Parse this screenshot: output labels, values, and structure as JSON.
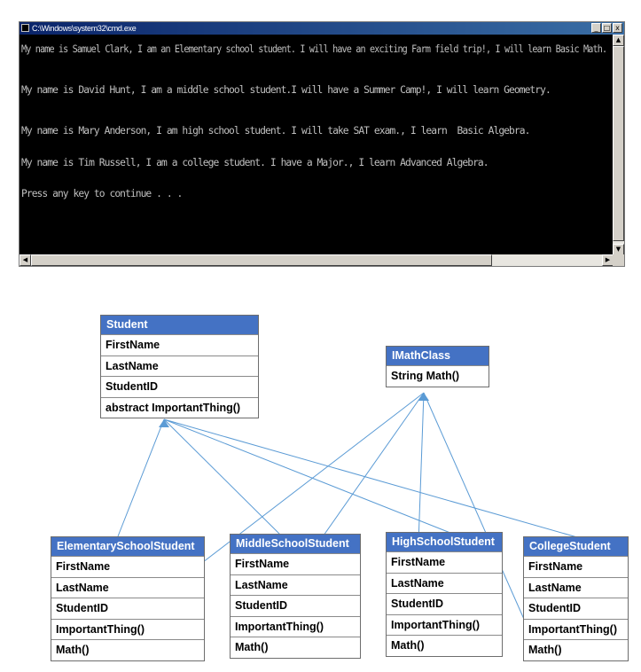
{
  "window": {
    "title": "C:\\Windows\\system32\\cmd.exe",
    "buttons": {
      "minimize": "_",
      "maximize": "□",
      "close": "x"
    },
    "console_lines": [
      "My name is Samuel Clark, I am an Elementary school student. I will have an exciting Farm field trip!, I will learn Basic Math.",
      "My name is David Hunt, I am a middle school student.I will have a Summer Camp!, I will learn Geometry.",
      "My name is Mary Anderson, I am high school student. I will take SAT exam., I learn  Basic Algebra.",
      "My name is Tim Russell, I am a college student. I have a Major., I learn Advanced Algebra.",
      "Press any key to continue . . ."
    ],
    "console_fg": "#c0c0c0",
    "console_bg": "#000000"
  },
  "uml": {
    "header_color": "#4472c4",
    "line_color": "#5b9bd5",
    "student": {
      "name": "Student",
      "members": [
        "FirstName",
        "LastName",
        "StudentID",
        "abstract ImportantThing()"
      ]
    },
    "imath": {
      "name": "IMathClass",
      "members": [
        "String Math()"
      ]
    },
    "elementary": {
      "name": "ElementarySchoolStudent",
      "members": [
        "FirstName",
        "LastName",
        "StudentID",
        "ImportantThing()",
        "Math()"
      ]
    },
    "middle": {
      "name": "MiddleSchoolStudent",
      "members": [
        "FirstName",
        "LastName",
        "StudentID",
        "ImportantThing()",
        "Math()"
      ]
    },
    "high": {
      "name": "HighSchoolStudent",
      "members": [
        "FirstName",
        "LastName",
        "StudentID",
        "ImportantThing()",
        "Math()"
      ]
    },
    "college": {
      "name": "CollegeStudent",
      "members": [
        "FirstName",
        "LastName",
        "StudentID",
        "ImportantThing()",
        "Math()"
      ]
    }
  }
}
